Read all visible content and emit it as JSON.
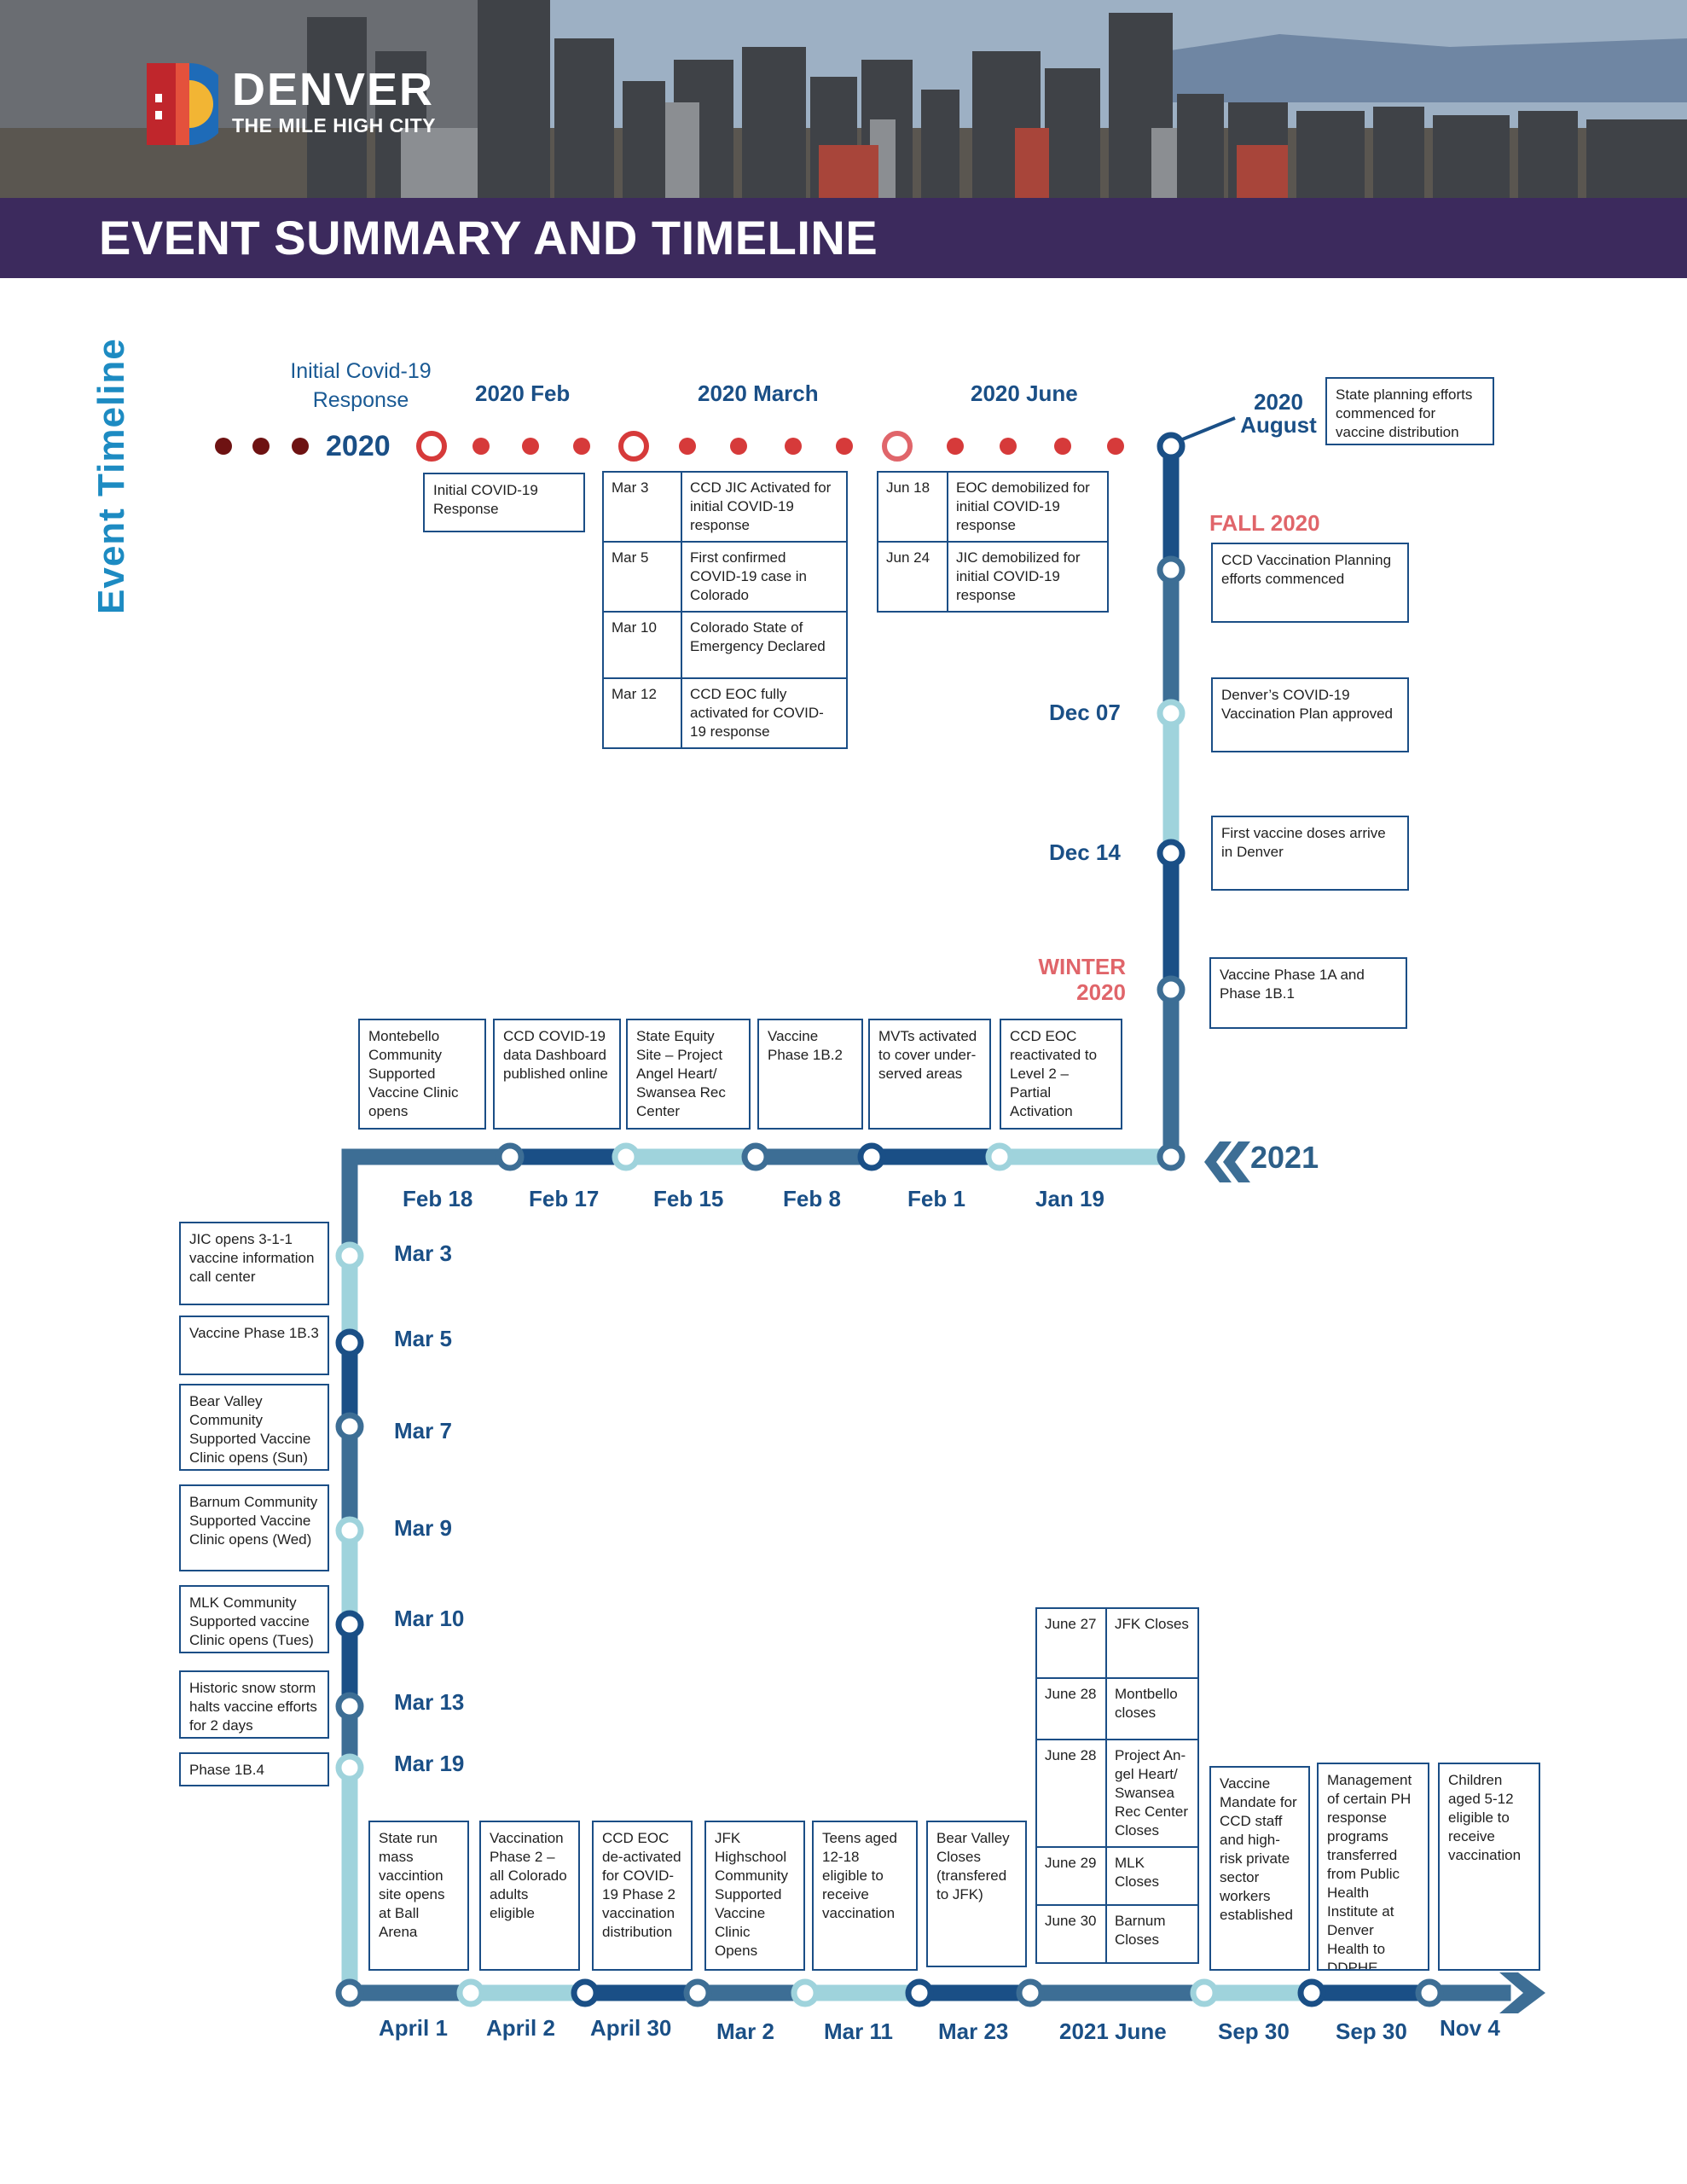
{
  "header": {
    "logo_name": "DENVER",
    "logo_tagline": "THE MILE HIGH CITY",
    "title": "EVENT SUMMARY AND TIMELINE"
  },
  "side_title": "Event Timeline",
  "colors": {
    "navy": "#1a4f86",
    "steel": "#3d6e95",
    "light_blue": "#9fd3dc",
    "red": "#d63a3a",
    "dark_red": "#6e1212",
    "pink": "#e0656a",
    "banner": "#3c2a5d"
  },
  "top": {
    "year": "2020",
    "initial_label": "Initial Covid-19 Response",
    "months": {
      "feb": "2020 Feb",
      "march": "2020 March",
      "june": "2020 June"
    },
    "august": "2020 August",
    "fall": "FALL 2020",
    "dec07": "Dec 07",
    "dec14": "Dec 14",
    "winter": "WINTER 2020",
    "y2021": "2021"
  },
  "feb_box": "Initial COVID-19 Response",
  "march_rows": [
    {
      "date": "Mar 3",
      "text": "CCD JIC Activated for initial COVID-19 response"
    },
    {
      "date": "Mar 5",
      "text": "First confirmed COVID-19 case in  Colorado"
    },
    {
      "date": "Mar 10",
      "text": "Colorado State of Emergency Declared"
    },
    {
      "date": "Mar 12",
      "text": "CCD EOC fully activated for COVID-19 response"
    }
  ],
  "june_rows": [
    {
      "date": "Jun 18",
      "text": "EOC demobilized for initial COVID-19 response"
    },
    {
      "date": "Jun 24",
      "text": "JIC demobilized for initial COVID-19 response"
    }
  ],
  "right_boxes": {
    "august": "State planning efforts commenced for vaccine distribution",
    "fall": "CCD Vaccination Planning efforts commenced",
    "dec07": "Denver’s COVID-19 Vaccination Plan approved",
    "dec14": "First vaccine doses arrive in Denver",
    "winter": "Vaccine Phase 1A and Phase 1B.1"
  },
  "row2_boxes": [
    "Montebello Community Supported Vaccine Clinic opens",
    "CCD COVID-19 data Dashboard published online",
    "State Equity Site – Project Angel Heart/ Swansea Rec Center",
    "Vaccine Phase 1B.2",
    "MVTs activated to cover under-served areas",
    "CCD EOC reactivated to Level 2 – Partial Activation"
  ],
  "row2_dates": [
    "Feb 18",
    "Feb 17",
    "Feb 15",
    "Feb 8",
    "Feb 1",
    "Jan 19"
  ],
  "left_boxes": [
    "JIC opens 3-1-1 vaccine information call center",
    "Vaccine Phase 1B.3",
    "Bear Valley Community Supported Vaccine Clinic opens (Sun)",
    "Barnum Community Supported Vaccine Clinic opens (Wed)",
    "MLK Community Supported vaccine Clinic opens (Tues)",
    "Historic snow storm halts vaccine efforts for 2 days",
    "Phase 1B.4"
  ],
  "left_dates": [
    "Mar 3",
    "Mar 5",
    "Mar 7",
    "Mar 9",
    "Mar 10",
    "Mar 13",
    "Mar 19"
  ],
  "bottom_boxes": [
    "State run mass vaccintion site opens at Ball Arena",
    "Vaccination Phase 2 – all Colorado adults eligible",
    "CCD EOC de-activated for COVID-19 Phase 2 vaccination distribution",
    "JFK Highschool Community Supported Vaccine Clinic Opens",
    "Teens aged 12-18 eligible to receive vaccination",
    "Bear Valley Closes (transfered to JFK)"
  ],
  "june2021_rows": [
    {
      "date": "June 27",
      "text": "JFK Closes"
    },
    {
      "date": "June 28",
      "text": "Montbello closes"
    },
    {
      "date": "June 28",
      "text": "Project An-gel Heart/ Swansea Rec Center Closes"
    },
    {
      "date": "June 29",
      "text": "MLK Closes"
    },
    {
      "date": "June 30",
      "text": "Barnum Closes"
    }
  ],
  "right_bottom_boxes": [
    "Vaccine Mandate for CCD staff and high-risk private sector workers established",
    "Management of certain PH response programs transferred from Public Health Institute at Denver Health to DDPHE",
    "Children aged 5-12 eligible to receive vaccination"
  ],
  "bottom_dates": [
    "April 1",
    "April 2",
    "April 30",
    "Mar 2",
    "Mar 11",
    "Mar 23",
    "2021 June",
    "Sep 30",
    "Sep 30",
    "Nov 4"
  ]
}
